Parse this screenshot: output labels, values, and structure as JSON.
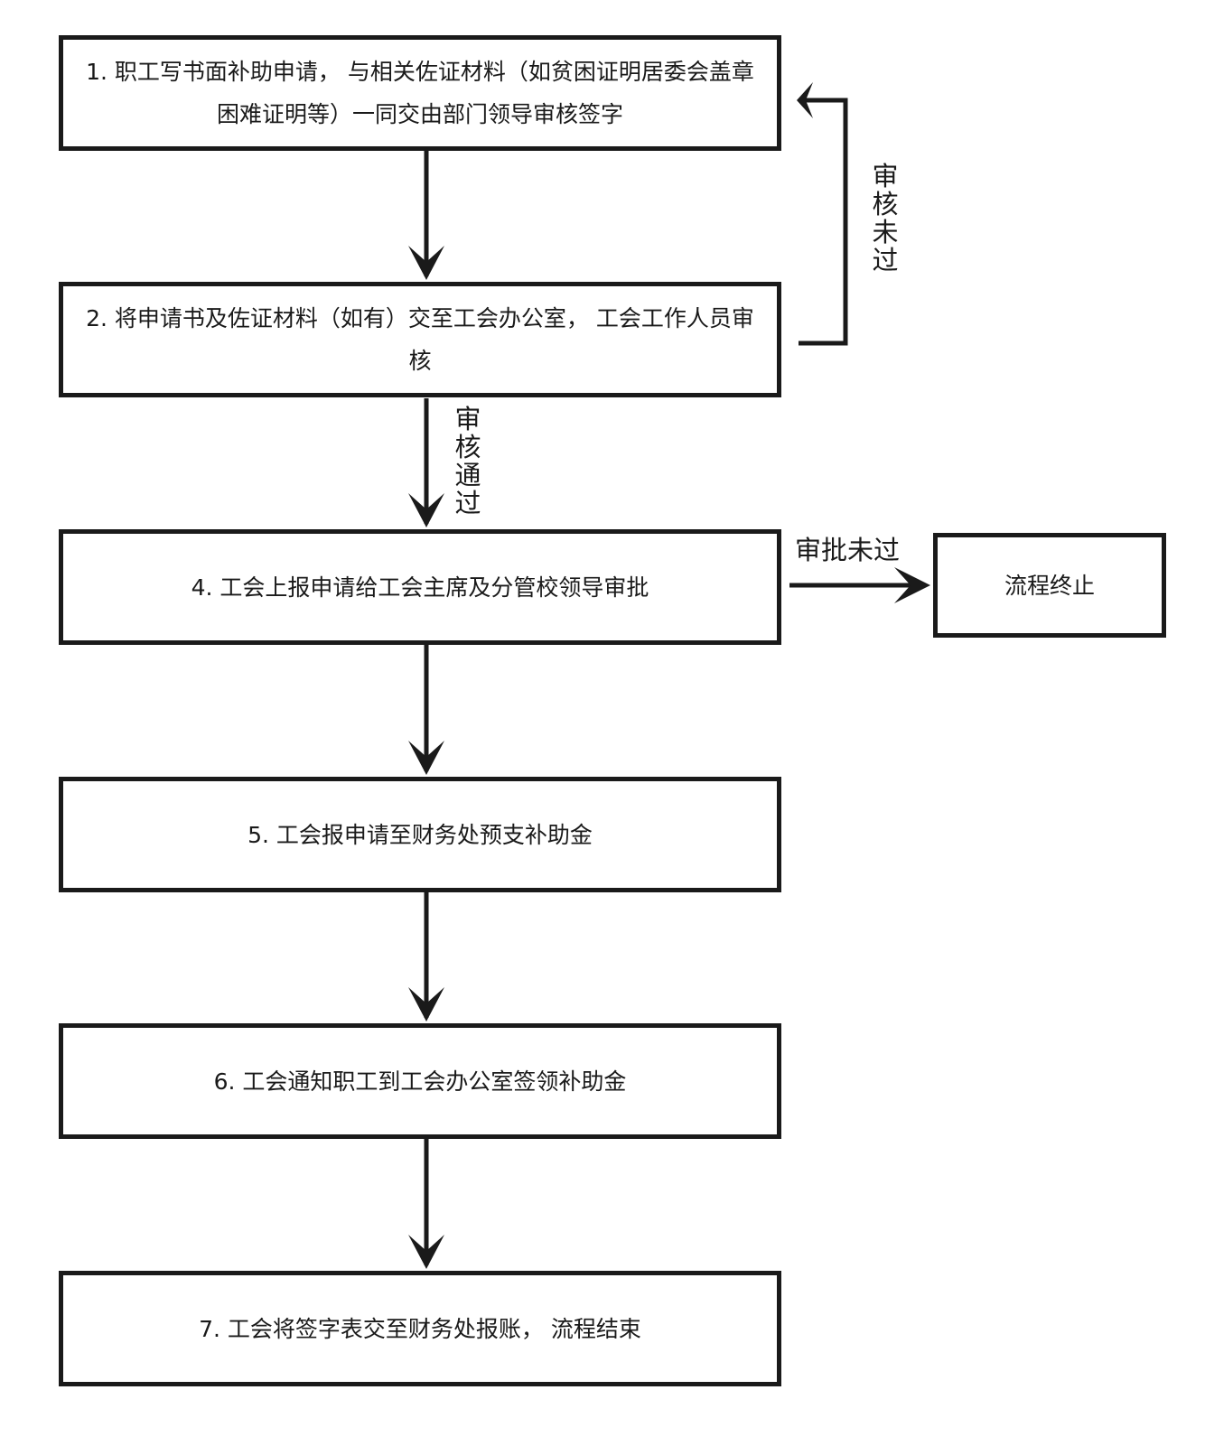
{
  "steps": [
    {
      "text": "1. 职工写书面补助申请， 与相关佐证材料（如贫困证明居委会盖章困难证明等）一同交由部门领导审核签字"
    },
    {
      "text": "2. 将申请书及佐证材料（如有）交至工会办公室， 工会工作人员审核"
    },
    {
      "text": "4. 工会上报申请给工会主席及分管校领导审批"
    },
    {
      "text": "5. 工会报申请至财务处预支补助金"
    },
    {
      "text": "6. 工会通知职工到工会办公室签领补助金"
    },
    {
      "text": "7. 工会将签字表交至财务处报账， 流程结束"
    }
  ],
  "terminal": {
    "text": "流程终止"
  },
  "edge_labels": {
    "review_failed": "审核未过",
    "review_passed": "审核通过",
    "approval_failed": "审批未过"
  },
  "colors": {
    "stroke": "#1a1a1a",
    "background": "#ffffff"
  }
}
